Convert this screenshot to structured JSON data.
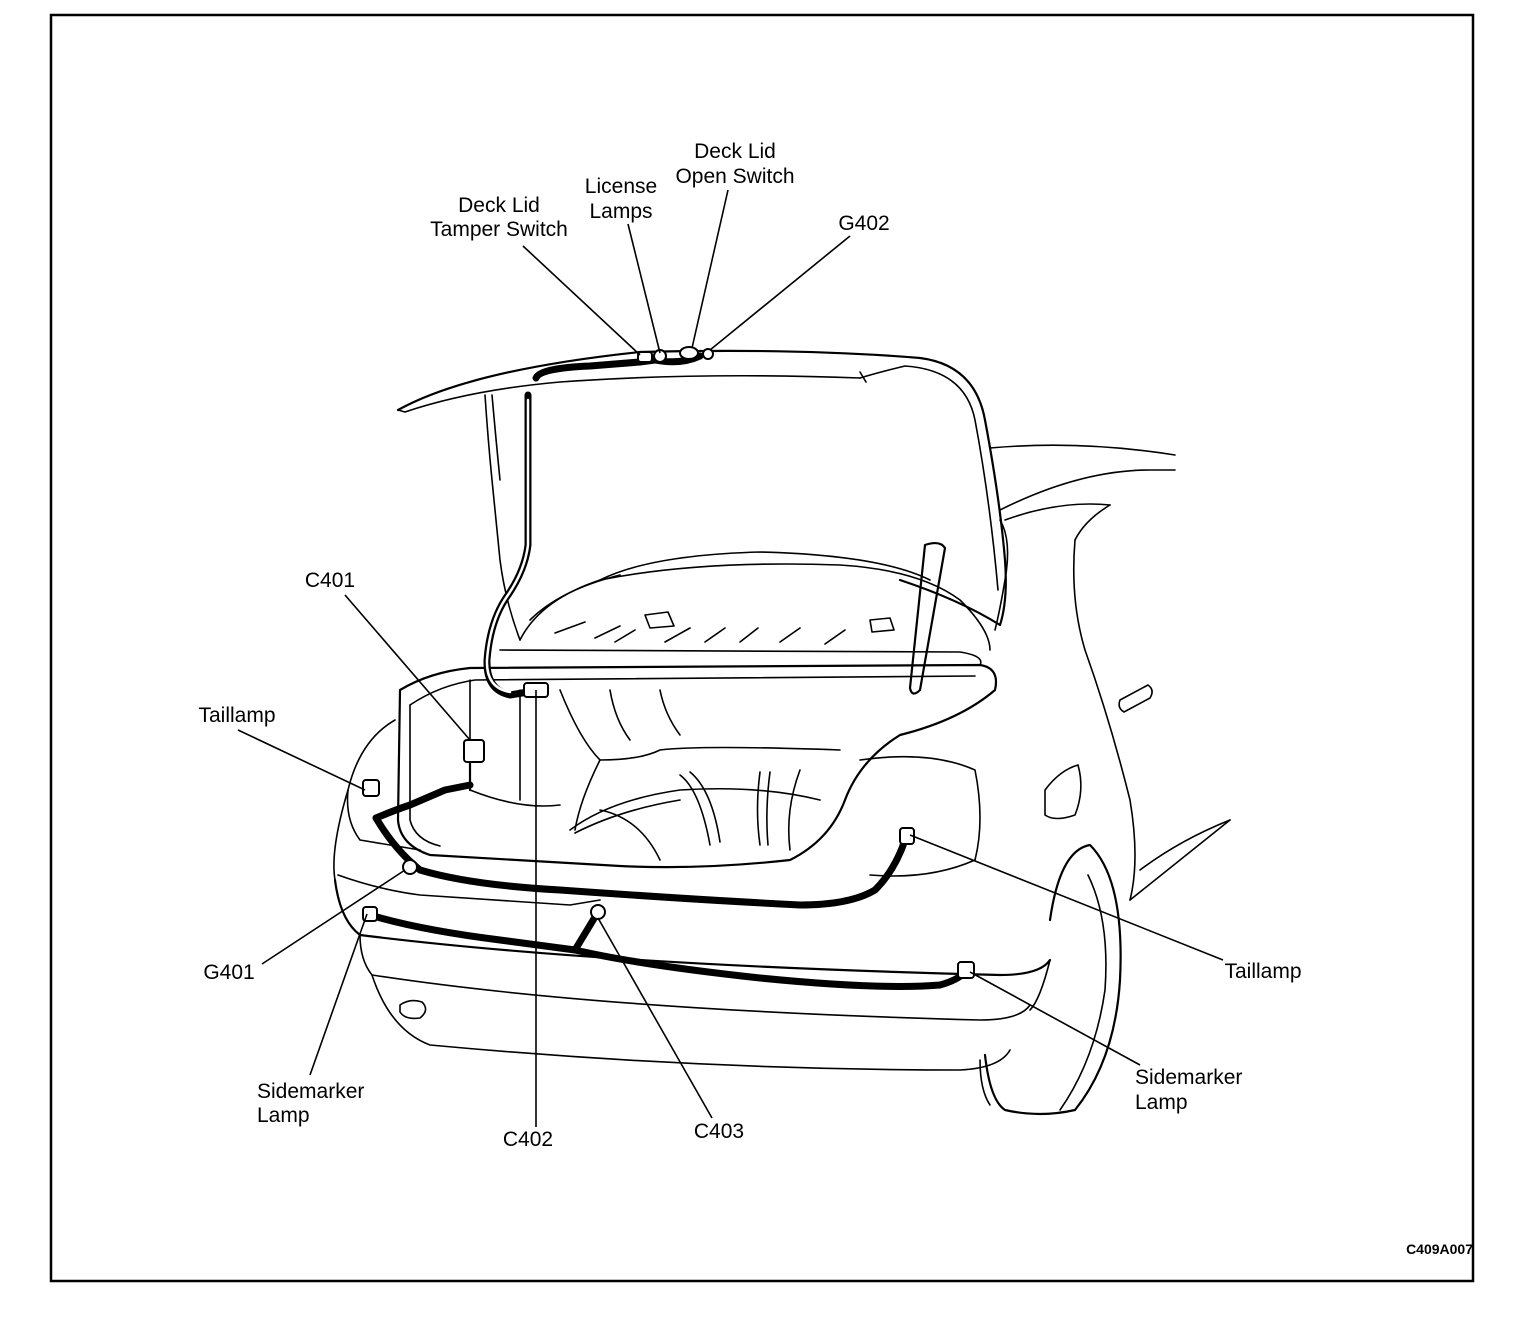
{
  "diagram": {
    "figure_code": "C409A007",
    "labels": {
      "deck_lid_open_switch": [
        "Deck Lid",
        "Open Switch"
      ],
      "license_lamps": [
        "License",
        "Lamps"
      ],
      "deck_lid_tamper_switch": [
        "Deck Lid",
        "Tamper Switch"
      ],
      "g402": "G402",
      "c401": "C401",
      "taillamp_left": "Taillamp",
      "g401": "G401",
      "sidemarker_left": [
        "Sidemarker",
        "Lamp"
      ],
      "c402": "C402",
      "c403": "C403",
      "taillamp_right": "Taillamp",
      "sidemarker_right": [
        "Sidemarker",
        "Lamp"
      ]
    }
  }
}
